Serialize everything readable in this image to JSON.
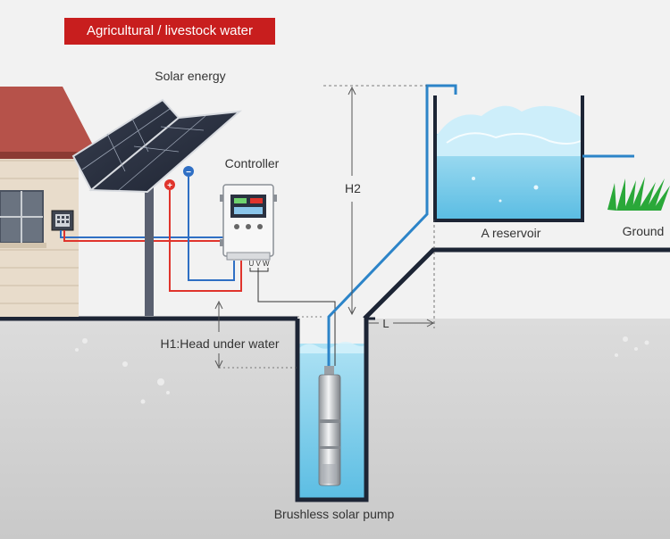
{
  "banner": {
    "title": "Agricultural / livestock water"
  },
  "labels": {
    "solar": "Solar energy",
    "controller": "Controller",
    "h2": "H2",
    "reservoir": "A reservoir",
    "ground": "Ground",
    "l": "L",
    "h1": "H1:Head under water",
    "pump": "Brushless solar pump",
    "terminals": "U V W",
    "plus": "+",
    "minus": "−"
  },
  "colors": {
    "banner": "#c81e1e",
    "wire_positive": "#e0342c",
    "wire_negative": "#2f6fc4",
    "pipe": "#2c84c8",
    "water": "#7fcde9",
    "ground_fill": "#d6d6d6",
    "outline": "#1d2535"
  }
}
